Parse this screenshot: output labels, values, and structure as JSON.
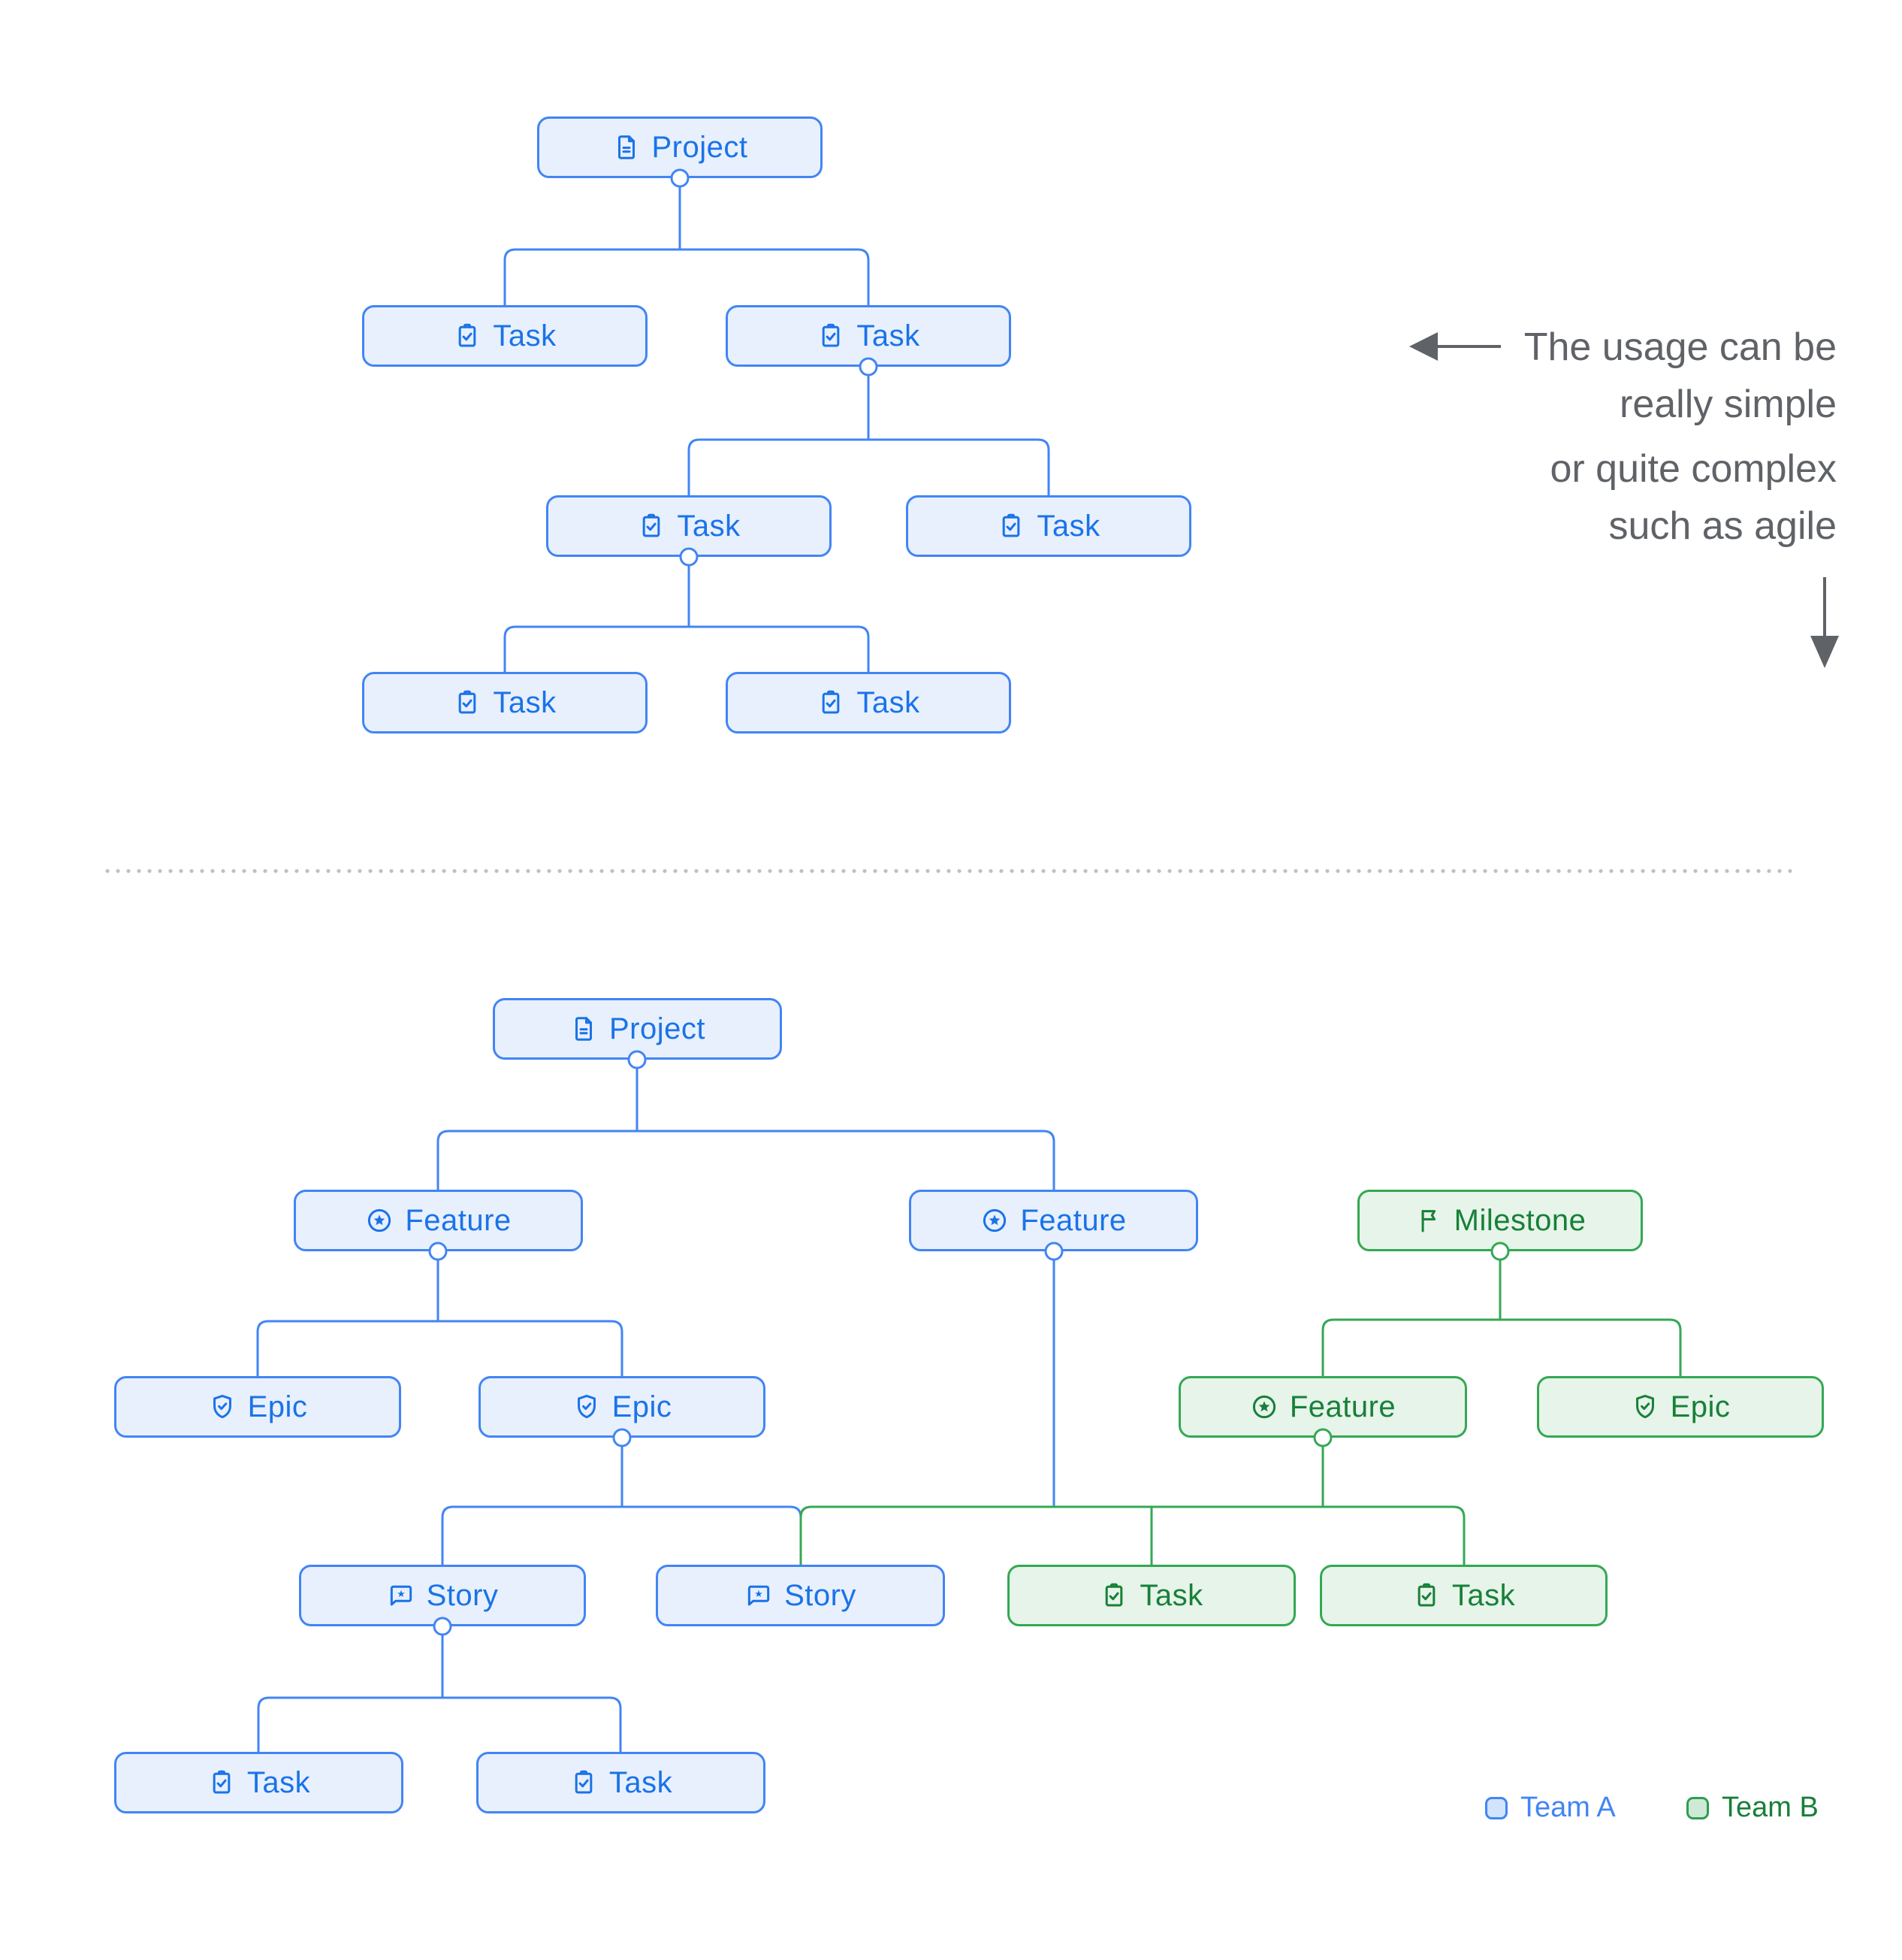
{
  "simple_tree": {
    "nodes": [
      {
        "label": "Project",
        "icon": "document-icon",
        "team": "A"
      },
      {
        "label": "Task",
        "icon": "task-icon",
        "team": "A"
      },
      {
        "label": "Task",
        "icon": "task-icon",
        "team": "A"
      },
      {
        "label": "Task",
        "icon": "task-icon",
        "team": "A"
      },
      {
        "label": "Task",
        "icon": "task-icon",
        "team": "A"
      },
      {
        "label": "Task",
        "icon": "task-icon",
        "team": "A"
      },
      {
        "label": "Task",
        "icon": "task-icon",
        "team": "A"
      }
    ]
  },
  "complex_tree": {
    "nodes": [
      {
        "label": "Project",
        "icon": "document-icon",
        "team": "A"
      },
      {
        "label": "Feature",
        "icon": "feature-icon",
        "team": "A"
      },
      {
        "label": "Feature",
        "icon": "feature-icon",
        "team": "A"
      },
      {
        "label": "Milestone",
        "icon": "flag-icon",
        "team": "B"
      },
      {
        "label": "Epic",
        "icon": "epic-icon",
        "team": "A"
      },
      {
        "label": "Epic",
        "icon": "epic-icon",
        "team": "A"
      },
      {
        "label": "Feature",
        "icon": "feature-icon",
        "team": "B"
      },
      {
        "label": "Epic",
        "icon": "epic-icon",
        "team": "B"
      },
      {
        "label": "Story",
        "icon": "story-icon",
        "team": "A"
      },
      {
        "label": "Story",
        "icon": "story-icon",
        "team": "A"
      },
      {
        "label": "Task",
        "icon": "task-icon",
        "team": "B"
      },
      {
        "label": "Task",
        "icon": "task-icon",
        "team": "B"
      },
      {
        "label": "Task",
        "icon": "task-icon",
        "team": "A"
      },
      {
        "label": "Task",
        "icon": "task-icon",
        "team": "A"
      }
    ]
  },
  "annotation": {
    "lines": [
      "The usage can be",
      "really simple",
      "or quite complex",
      "such as agile"
    ]
  },
  "legend": {
    "items": [
      {
        "label": "Team A",
        "color": "#4285F4"
      },
      {
        "label": "Team B",
        "color": "#188038"
      }
    ]
  },
  "colors": {
    "team_a_border": "#4285F4",
    "team_a_fill": "#E8F0FE",
    "team_a_text": "#1A73E8",
    "team_b_border": "#34A853",
    "team_b_fill": "#E6F4EA",
    "team_b_text": "#188038",
    "annotation_text": "#5F6368",
    "divider_dots": "#BDC1C6"
  }
}
